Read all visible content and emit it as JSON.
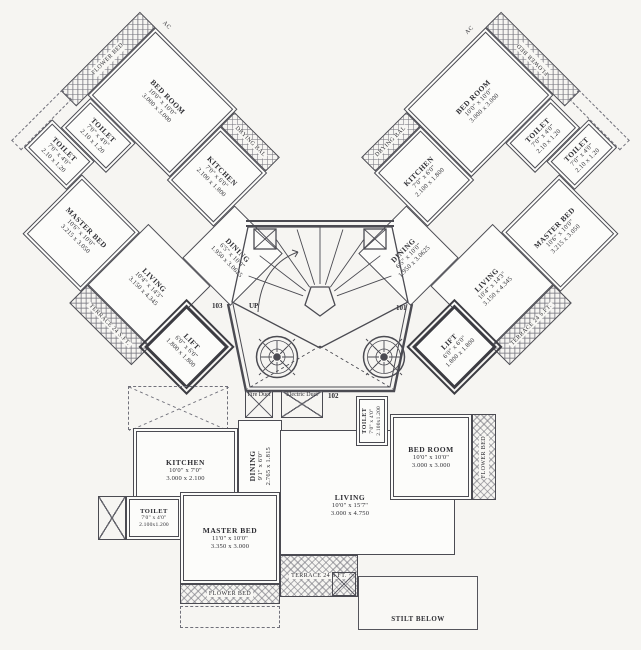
{
  "colors": {
    "paper": "#f6f5f2",
    "ink": "#2e2e33",
    "wall": "#4b4b52",
    "hatch": "#9a9aa0"
  },
  "wing_rooms": {
    "bedroom": {
      "name": "BED ROOM",
      "ft": "10'0\" x 10'0\"",
      "m": "3.000 x 3.000"
    },
    "toilet": {
      "name": "TOILET",
      "ft": "7'0\" x 4'0\"",
      "m": "2.10 x 1.20"
    },
    "kitchen": {
      "name": "KITCHEN",
      "ft": "7'0\" x 6'0\"",
      "m": "2.100 x 1.800"
    },
    "master": {
      "name": "MASTER BED",
      "ft": "10'6\" x 10'0\"",
      "m": "3.215 x 3.050"
    },
    "living": {
      "name": "LIVING",
      "ft": "10'4\" x 14'3\"",
      "m": "3.150 x 4.345"
    },
    "dining": {
      "name": "DINING",
      "ft": "6'5\" x 10'0\"",
      "m": "1.950 x 3.0625"
    },
    "lift": {
      "name": "LIFT",
      "ft": "6'0\" x 6'0\"",
      "m": "1.800 x 1.800"
    },
    "flower_bed": "FLOWER BED",
    "drying_bal": "DRYING BAL",
    "terrace": "TERRACE 24 S.FT.",
    "ac": "AC"
  },
  "flat102": {
    "kitchen": {
      "name": "KITCHEN",
      "ft": "10'0\" x 7'0\"",
      "m": "3.000 x 2.100"
    },
    "toilet": {
      "name": "TOILET",
      "ft": "7'0\" x 4'0\"",
      "m": "2.100x1.200"
    },
    "toilet2": {
      "name": "TOILET",
      "ft": "7'0\" x 4'0\"",
      "m": "2.100x1.200"
    },
    "master": {
      "name": "MASTER BED",
      "ft": "11'0\" x 10'0\"",
      "m": "3.350 x 3.000"
    },
    "dining": {
      "name": "DINING",
      "ft": "9'1\" x 6'0\"",
      "m": "2.765 x 1.815"
    },
    "living": {
      "name": "LIVING",
      "ft": "10'0\" x 15'7\"",
      "m": "3.000 x 4.750"
    },
    "bedroom": {
      "name": "BED ROOM",
      "ft": "10'0\" x 10'0\"",
      "m": "3.000 x 3.000"
    },
    "flower_bed": "FLOWER BED",
    "terrace": "TERRACE 24 S.FT.",
    "stilt": "STILT BELOW",
    "fire_duct": "Fire Duct",
    "electric_duct": "Electric Duct"
  },
  "core": {
    "up": "UP",
    "flat_left": "103",
    "flat_right": "101",
    "flat_bottom": "102"
  }
}
